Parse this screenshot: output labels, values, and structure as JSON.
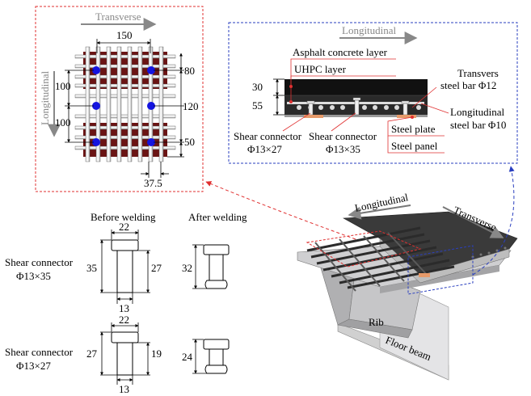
{
  "plan_view": {
    "transverse_label": "Transverse",
    "longitudinal_label": "Longitudinal",
    "dim_top": "150",
    "dim_right_1": "80",
    "dim_right_2": "120",
    "dim_right_3": "50",
    "dim_left_1": "100",
    "dim_left_2": "100",
    "dim_bottom": "37.5"
  },
  "section_view": {
    "longitudinal_label": "Longitudinal",
    "asphalt_label": "Asphalt concrete layer",
    "uhpc_label": "UHPC layer",
    "dim_30": "30",
    "dim_55": "55",
    "transvers_bar_label_1": "Transvers",
    "transvers_bar_label_2": "steel bar Φ12",
    "long_bar_label_1": "Longitudinal",
    "long_bar_label_2": "steel bar Φ10",
    "steel_plate_label": "Steel plate",
    "steel_panel_label": "Steel panel",
    "shear_conn_a_1": "Shear connector",
    "shear_conn_a_2": "Φ13×27",
    "shear_conn_b_1": "Shear connector",
    "shear_conn_b_2": "Φ13×35"
  },
  "welding": {
    "before_label": "Before welding",
    "after_label": "After welding",
    "conn1_label_1": "Shear connector",
    "conn1_label_2": "Φ13×35",
    "conn1_head": "22",
    "conn1_height_left": "35",
    "conn1_height_right": "27",
    "conn1_shank": "13",
    "conn1_after": "32",
    "conn2_label_1": "Shear connector",
    "conn2_label_2": "Φ13×27",
    "conn2_head": "22",
    "conn2_height_left": "27",
    "conn2_height_right": "19",
    "conn2_shank": "13",
    "conn2_after": "24"
  },
  "model_3d": {
    "longitudinal_label": "Longitudinal",
    "transverse_label": "Transverse",
    "rib_label": "Rib",
    "floor_beam_label": "Floor beam"
  },
  "colors": {
    "red_box": "#e03030",
    "blue_box": "#2a3fbf",
    "rebar_dark": "#6b1414",
    "connector_blue": "#1414e0"
  }
}
